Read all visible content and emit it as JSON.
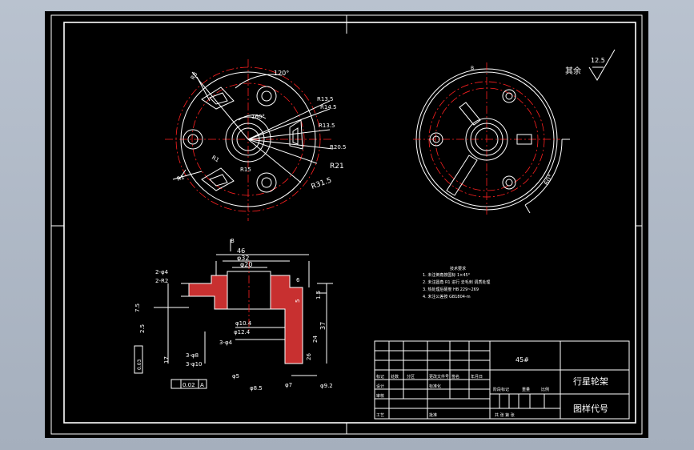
{
  "drawing": {
    "surface_note": "其余",
    "surface_value": "12.5",
    "material": "45#",
    "part_name": "行星轮架",
    "drawing_number_label": "图样代号",
    "datum": "B",
    "tolerance_frame": "0.02",
    "tolerance_datum": "A",
    "notes_title": "技术要求"
  },
  "front_view": {
    "angle_a": "120°",
    "angle_b": "160°",
    "radius_r8": "R8",
    "radius_r1": "R1",
    "radius_r1b": "R1",
    "radius_r15": "R15",
    "r13_5": "R13.5",
    "r14_5": "R14.5",
    "r13_5b": "R13.5",
    "r20_5": "R20.5",
    "r21": "R21",
    "r31_5": "R31.5"
  },
  "side_view": {
    "label_top": "B",
    "angle": "60°"
  },
  "section_view": {
    "d46": "46",
    "d32": "φ32",
    "d20": "φ20",
    "h2_d4": "2-φ4",
    "h2_r2": "2-R2",
    "d10_4": "φ10.4",
    "d12_4": "φ12.4",
    "c3_d4": "3-φ4",
    "c3_d8": "3-φ8",
    "c3_d10": "3-φ10",
    "d5": "φ5",
    "d8_5": "φ8.5",
    "d7": "φ7",
    "d9_2": "φ9.2",
    "v7_5": "7.5",
    "v2_5": "2.5",
    "v17": "17",
    "v37": "37",
    "v5": "5",
    "v26": "26",
    "v24": "24",
    "v1_5": "1.5",
    "v6": "6",
    "flat_sym": "0.03",
    "v0_03": "0.03"
  },
  "notes": [
    "1. 未注倒角按国标 1×45°",
    "2. 未注圆角  R1  进行  去毛刺  调质处理",
    "3. 热处理后硬度 HB 229~269",
    "4. 未注公差按 GB1804-m"
  ],
  "title_block": {
    "c1": "标记",
    "c2": "处数",
    "c3": "分区",
    "c4": "更改文件号",
    "c5": "签名",
    "c6": "年月日",
    "s1": "设计",
    "s2": "标准化",
    "s3": "阶段标记",
    "s4": "重量",
    "s5": "比例",
    "s6": "审核",
    "s7": "工艺",
    "s8": "批准",
    "sheets": "共  张  第  张"
  }
}
